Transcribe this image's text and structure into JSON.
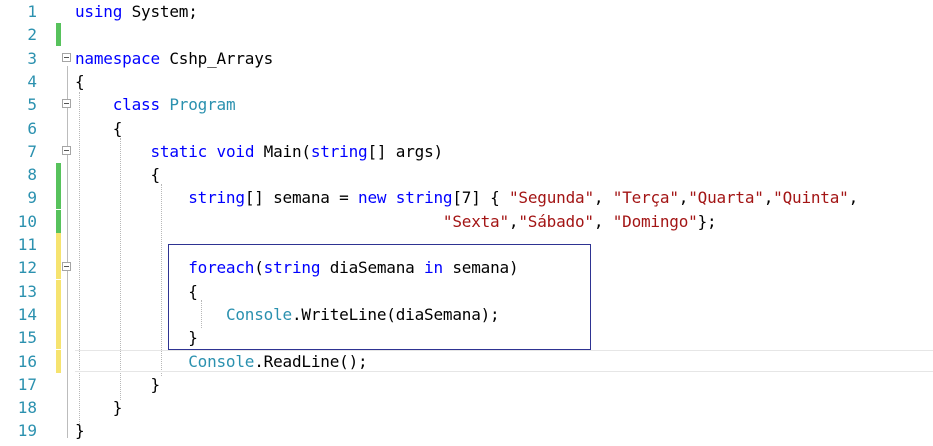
{
  "colors": {
    "keyword": "#0000ff",
    "type": "#2b91af",
    "string": "#a31515",
    "line_number": "#2b91af",
    "change_saved": "#57c25c",
    "change_unsaved": "#f6e36f",
    "selection_box": "#2e3392"
  },
  "lines": [
    {
      "num": "1",
      "tokens": [
        [
          "kw",
          "using"
        ],
        [
          "p",
          " System;"
        ]
      ]
    },
    {
      "num": "2",
      "tokens": []
    },
    {
      "num": "3",
      "tokens": [
        [
          "kw",
          "namespace"
        ],
        [
          "p",
          " Cshp_Arrays"
        ]
      ]
    },
    {
      "num": "4",
      "tokens": [
        [
          "p",
          "{"
        ]
      ]
    },
    {
      "num": "5",
      "tokens": [
        [
          "p",
          "    "
        ],
        [
          "kw",
          "class"
        ],
        [
          "p",
          " "
        ],
        [
          "ty",
          "Program"
        ]
      ]
    },
    {
      "num": "6",
      "tokens": [
        [
          "p",
          "    {"
        ]
      ]
    },
    {
      "num": "7",
      "tokens": [
        [
          "p",
          "        "
        ],
        [
          "kw",
          "static"
        ],
        [
          "p",
          " "
        ],
        [
          "kw",
          "void"
        ],
        [
          "p",
          " Main("
        ],
        [
          "kw",
          "string"
        ],
        [
          "p",
          "[] args)"
        ]
      ]
    },
    {
      "num": "8",
      "tokens": [
        [
          "p",
          "        {"
        ]
      ]
    },
    {
      "num": "9",
      "tokens": [
        [
          "p",
          "            "
        ],
        [
          "kw",
          "string"
        ],
        [
          "p",
          "[] semana = "
        ],
        [
          "kw",
          "new"
        ],
        [
          "p",
          " "
        ],
        [
          "kw",
          "string"
        ],
        [
          "p",
          "[7] { "
        ],
        [
          "st",
          "\"Segunda\""
        ],
        [
          "p",
          ", "
        ],
        [
          "st",
          "\"Terça\""
        ],
        [
          "p",
          ","
        ],
        [
          "st",
          "\"Quarta\""
        ],
        [
          "p",
          ","
        ],
        [
          "st",
          "\"Quinta\""
        ],
        [
          "p",
          ","
        ]
      ]
    },
    {
      "num": "10",
      "tokens": [
        [
          "p",
          "                                       "
        ],
        [
          "st",
          "\"Sexta\""
        ],
        [
          "p",
          ","
        ],
        [
          "st",
          "\"Sábado\""
        ],
        [
          "p",
          ", "
        ],
        [
          "st",
          "\"Domingo\""
        ],
        [
          "p",
          "};"
        ]
      ]
    },
    {
      "num": "11",
      "tokens": []
    },
    {
      "num": "12",
      "tokens": [
        [
          "p",
          "            "
        ],
        [
          "kw",
          "foreach"
        ],
        [
          "p",
          "("
        ],
        [
          "kw",
          "string"
        ],
        [
          "p",
          " diaSemana "
        ],
        [
          "kw",
          "in"
        ],
        [
          "p",
          " semana)"
        ]
      ]
    },
    {
      "num": "13",
      "tokens": [
        [
          "p",
          "            {"
        ]
      ]
    },
    {
      "num": "14",
      "tokens": [
        [
          "p",
          "                "
        ],
        [
          "ty",
          "Console"
        ],
        [
          "p",
          ".WriteLine(diaSemana);"
        ]
      ]
    },
    {
      "num": "15",
      "tokens": [
        [
          "p",
          "            }"
        ]
      ]
    },
    {
      "num": "16",
      "tokens": [
        [
          "p",
          "            "
        ],
        [
          "ty",
          "Console"
        ],
        [
          "p",
          ".ReadLine();"
        ]
      ]
    },
    {
      "num": "17",
      "tokens": [
        [
          "p",
          "        }"
        ]
      ]
    },
    {
      "num": "18",
      "tokens": [
        [
          "p",
          "    }"
        ]
      ]
    },
    {
      "num": "19",
      "tokens": [
        [
          "p",
          "}"
        ]
      ]
    }
  ],
  "change_marks": {
    "green": [
      "2",
      "8",
      "9",
      "10"
    ],
    "yellow": [
      "11",
      "12",
      "13",
      "14",
      "15",
      "16"
    ]
  },
  "fold_lines": [
    "3",
    "5",
    "7",
    "12"
  ]
}
